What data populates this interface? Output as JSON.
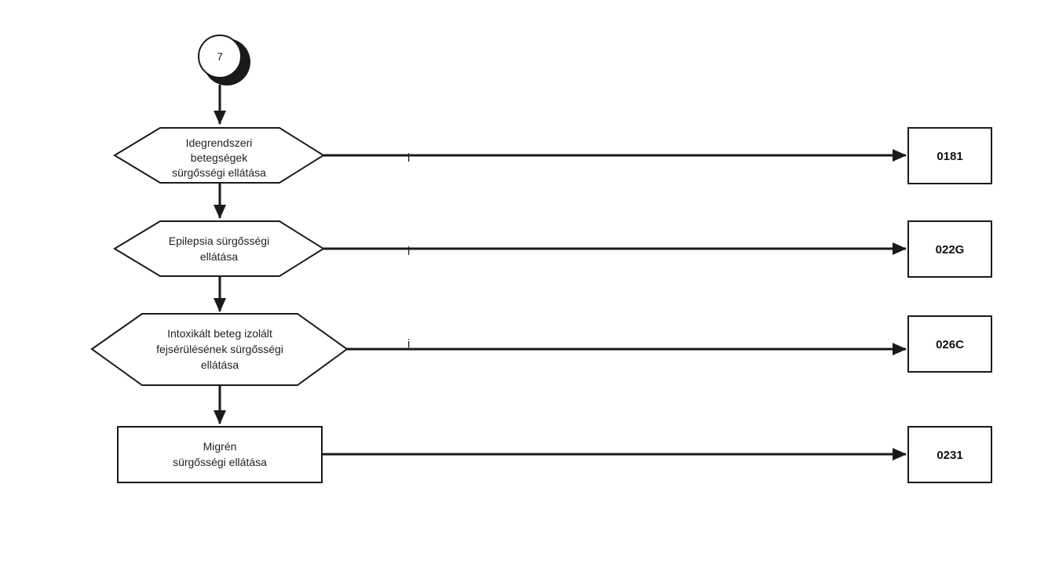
{
  "connector": {
    "label": "7"
  },
  "steps": [
    {
      "lines": [
        "Idegrendszeri",
        "betegségek",
        "sürgősségi ellátása"
      ],
      "answer": "i",
      "code": "0181"
    },
    {
      "lines": [
        "Epilepsia sürgősségi",
        "ellátása"
      ],
      "answer": "i",
      "code": "022G"
    },
    {
      "lines": [
        "Intoxikált beteg izolált",
        "fejsérülésének sürgősségi",
        "ellátása"
      ],
      "answer": "i",
      "code": "026C"
    },
    {
      "lines": [
        "Migrén",
        "sürgősségi ellátása"
      ],
      "code": "0231"
    }
  ]
}
